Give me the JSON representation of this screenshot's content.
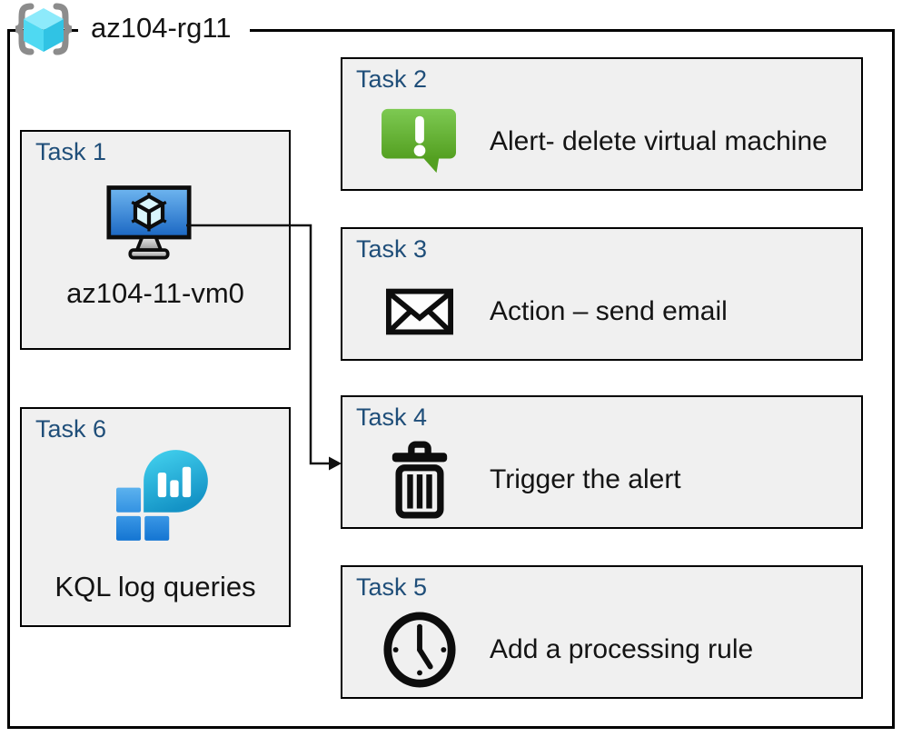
{
  "header": {
    "title": "az104-rg11",
    "icon": "resource-group-icon"
  },
  "colors": {
    "box_fill": "#f0f0f0",
    "border": "#000000",
    "task_label_blue": "#1f4e79",
    "body_text": "#141414",
    "alert_green": "#62b12f",
    "vm_screen_blue": "#2f7fd4",
    "log_teal": "#2cc3e8",
    "log_square_blue": "#2e8ae0",
    "rg_cube_cyan": "#4fd9f2",
    "rg_brace_gray": "#8c8c8c"
  },
  "tasks": [
    {
      "id": "task-1",
      "label": "Task 1",
      "text": "az104-11-vm0",
      "icon": "virtual-machine-icon"
    },
    {
      "id": "task-2",
      "label": "Task 2",
      "text": "Alert- delete virtual machine",
      "icon": "alert-icon"
    },
    {
      "id": "task-3",
      "label": "Task 3",
      "text": "Action – send email",
      "icon": "email-icon"
    },
    {
      "id": "task-4",
      "label": "Task 4",
      "text": "Trigger the alert",
      "icon": "trash-icon"
    },
    {
      "id": "task-5",
      "label": "Task 5",
      "text": "Add a processing rule",
      "icon": "clock-icon"
    },
    {
      "id": "task-6",
      "label": "Task 6",
      "text": "KQL log queries",
      "icon": "log-analytics-icon"
    }
  ],
  "connector": {
    "from": "task-1",
    "to": "task-4",
    "style": "elbow-arrow"
  }
}
